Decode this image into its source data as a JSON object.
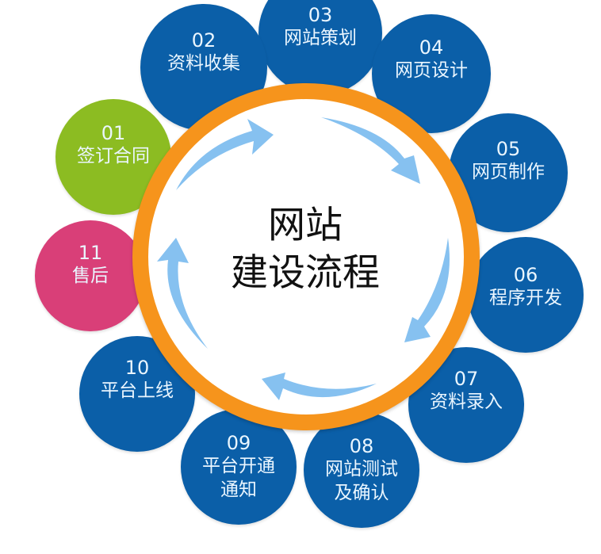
{
  "diagram": {
    "title_line1": "网站",
    "title_line2": "建设流程",
    "colors": {
      "ring": "#f6941c",
      "step_blue": "#0b5fa8",
      "step_green": "#8cbc22",
      "step_pink": "#d93f78",
      "arrow": "#86c1f0",
      "text_on_step": "#eaf6ff"
    },
    "steps": [
      {
        "num": "01",
        "label_line1": "签订合同",
        "label_line2": "",
        "color": "green"
      },
      {
        "num": "02",
        "label_line1": "资料收集",
        "label_line2": "",
        "color": "blue"
      },
      {
        "num": "03",
        "label_line1": "网站策划",
        "label_line2": "",
        "color": "blue"
      },
      {
        "num": "04",
        "label_line1": "网页设计",
        "label_line2": "",
        "color": "blue"
      },
      {
        "num": "05",
        "label_line1": "网页制作",
        "label_line2": "",
        "color": "blue"
      },
      {
        "num": "06",
        "label_line1": "程序开发",
        "label_line2": "",
        "color": "blue"
      },
      {
        "num": "07",
        "label_line1": "资料录入",
        "label_line2": "",
        "color": "blue"
      },
      {
        "num": "08",
        "label_line1": "网站测试",
        "label_line2": "及确认",
        "color": "blue"
      },
      {
        "num": "09",
        "label_line1": "平台开通",
        "label_line2": "通知",
        "color": "blue"
      },
      {
        "num": "10",
        "label_line1": "平台上线",
        "label_line2": "",
        "color": "blue"
      },
      {
        "num": "11",
        "label_line1": "售后",
        "label_line2": "",
        "color": "pink"
      }
    ],
    "arrows": [
      "curved-arrow-top-left",
      "curved-arrow-top-right",
      "curved-arrow-right",
      "curved-arrow-bottom",
      "curved-arrow-left"
    ]
  }
}
